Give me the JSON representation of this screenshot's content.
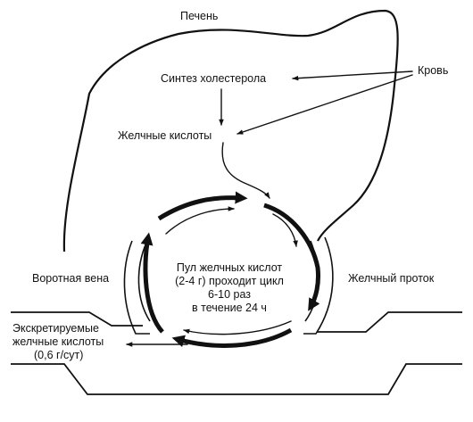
{
  "labels": {
    "liver": "Печень",
    "blood": "Кровь",
    "cholesterol_synthesis": "Синтез холестерола",
    "bile_acids": "Желчные кислоты",
    "portal_vein": "Воротная вена",
    "bile_duct": "Желчный проток",
    "pool_line1": "Пул желчных кислот",
    "pool_line2": "(2-4 г) проходит цикл",
    "pool_line3": "6-10 раз",
    "pool_line4": "в течение 24 ч",
    "excreted_line1": "Экскретируемые",
    "excreted_line2": "желчные кислоты",
    "excreted_line3": "(0,6 г/сут)"
  }
}
